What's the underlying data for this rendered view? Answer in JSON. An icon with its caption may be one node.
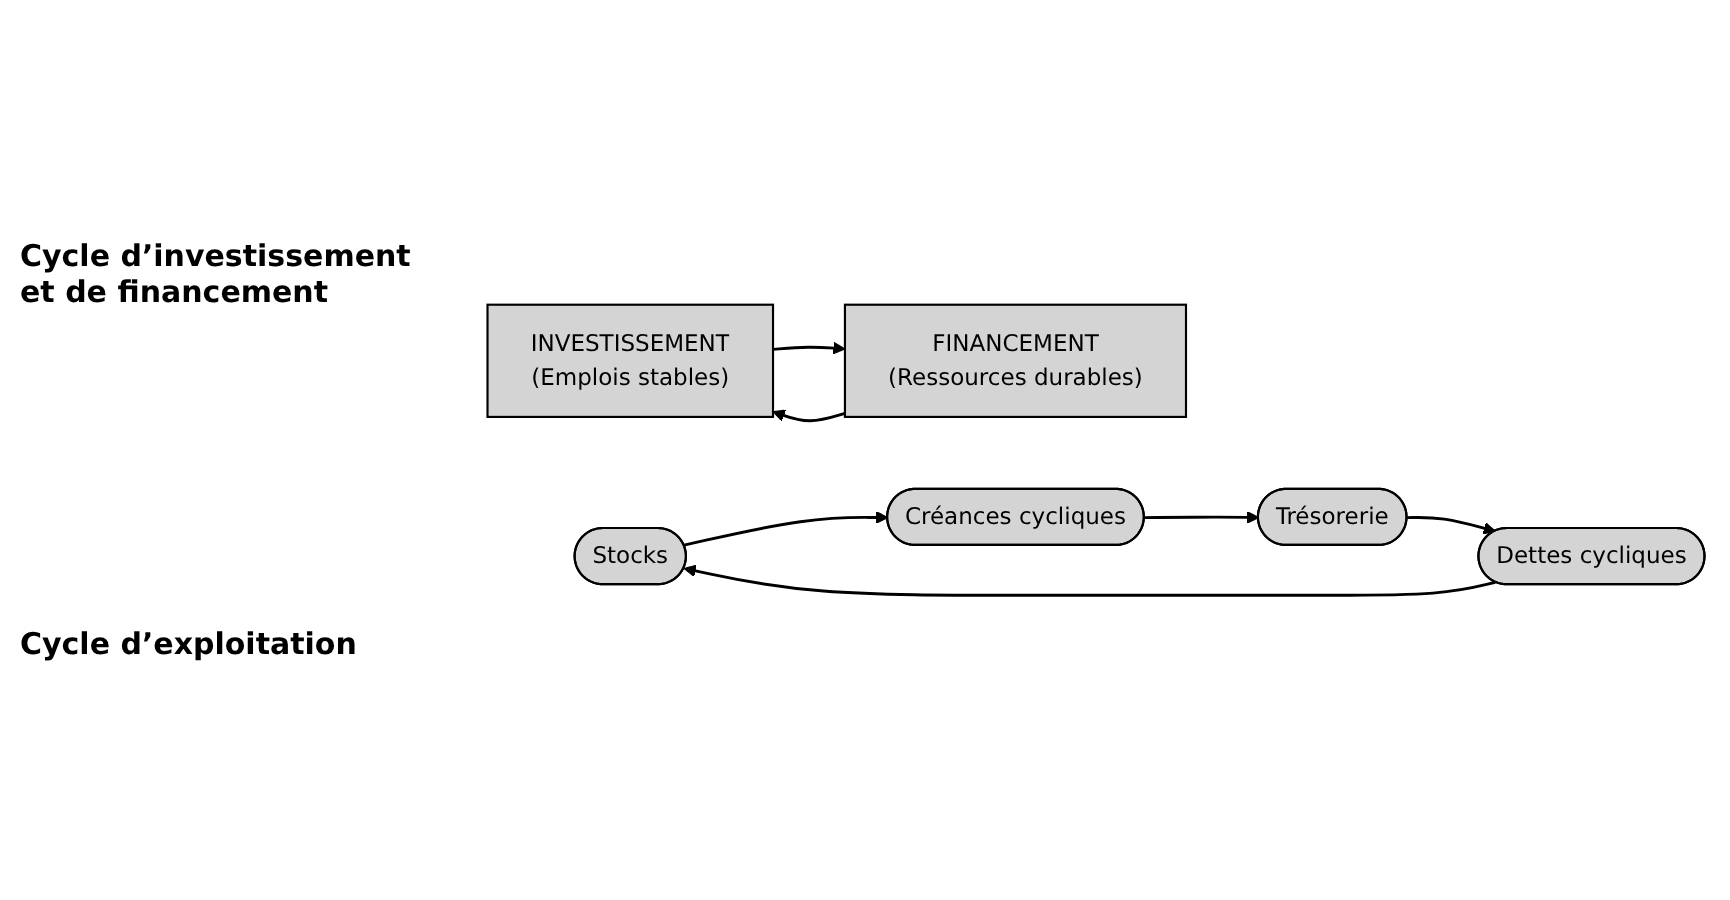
{
  "diagram": {
    "nodes": [
      {
        "text": [
          "INVESTISSEMENT",
          "(Emplois stables)"
        ]
      },
      {
        "text": [
          "FINANCEMENT",
          "(Ressources durables)"
        ]
      },
      {
        "text": [
          "Stocks"
        ]
      },
      {
        "text": [
          "Créances cycliques"
        ]
      },
      {
        "text": [
          "Trésorerie"
        ]
      },
      {
        "text": [
          "Dettes cycliques"
        ]
      }
    ],
    "edges": [
      {
        "from": 1,
        "to": 0,
        "arrow": "to"
      },
      {
        "from": 0,
        "to": 1,
        "arrow": "to"
      },
      {
        "from": 2,
        "to": 3,
        "arrow": "to"
      },
      {
        "from": 3,
        "to": 4,
        "arrow": "to"
      },
      {
        "from": 4,
        "to": 5,
        "arrow": "to"
      },
      {
        "from": 5,
        "to": 2,
        "arrow": "to"
      }
    ],
    "labels": [
      "Cycle d’investissement et de financement",
      "Cycle d’exploitation"
    ]
  }
}
